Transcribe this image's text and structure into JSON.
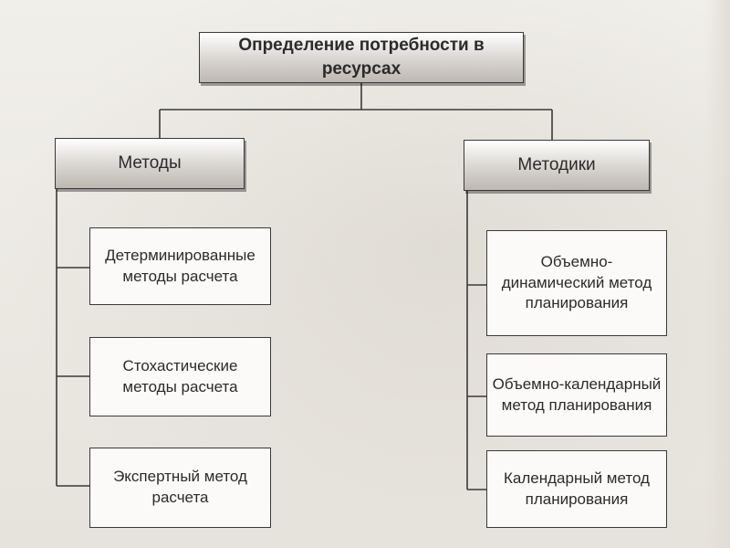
{
  "diagram": {
    "root": {
      "label": "Определение потребности в ресурсах"
    },
    "methods": {
      "label": "Методы",
      "items": [
        "Детерминированные\nметоды расчета",
        "Стохастические\nметоды расчета",
        "Экспертный метод\nрасчета"
      ]
    },
    "techniques": {
      "label": "Методики",
      "items": [
        "Объемно-\nдинамический метод\nпланирования",
        "Объемно-календарный\nметод планирования",
        "Календарный метод\nпланирования"
      ]
    }
  }
}
